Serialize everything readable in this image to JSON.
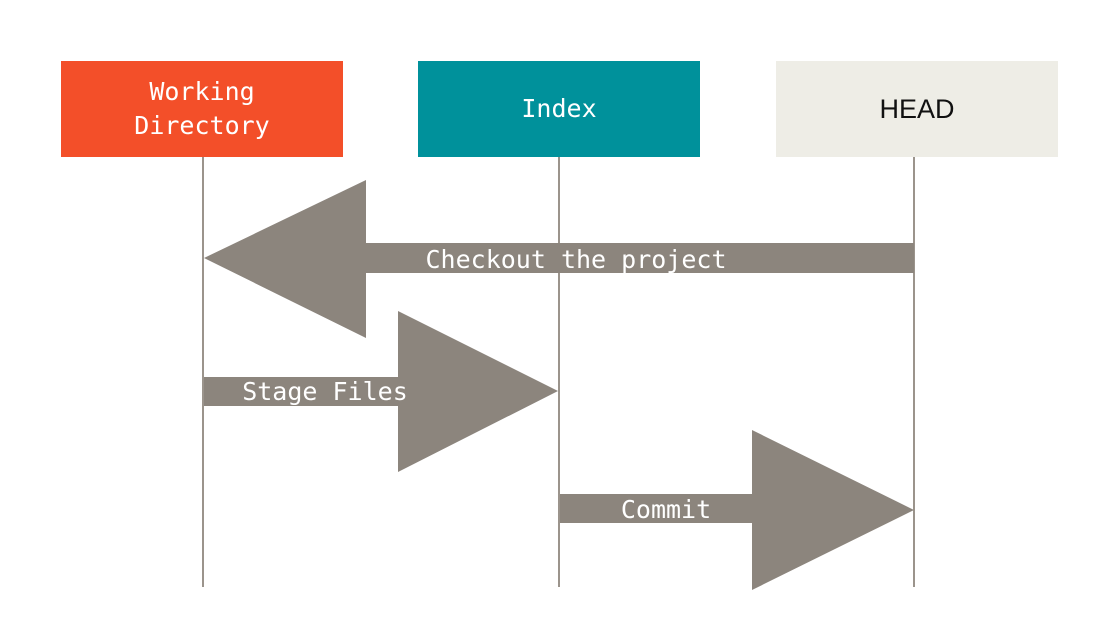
{
  "colors": {
    "working_directory": "#f34f29",
    "index": "#00919b",
    "head": "#eeede6",
    "arrow": "#8c857d",
    "lifeline": "#9b948c"
  },
  "boxes": {
    "working_directory": {
      "label": "Working\nDirectory"
    },
    "index": {
      "label": "Index"
    },
    "head": {
      "label": "HEAD"
    }
  },
  "arrows": {
    "checkout": {
      "label": "Checkout the project",
      "from": "HEAD",
      "to": "Working Directory"
    },
    "stage": {
      "label": "Stage Files",
      "from": "Working Directory",
      "to": "Index"
    },
    "commit": {
      "label": "Commit",
      "from": "Index",
      "to": "HEAD"
    }
  }
}
